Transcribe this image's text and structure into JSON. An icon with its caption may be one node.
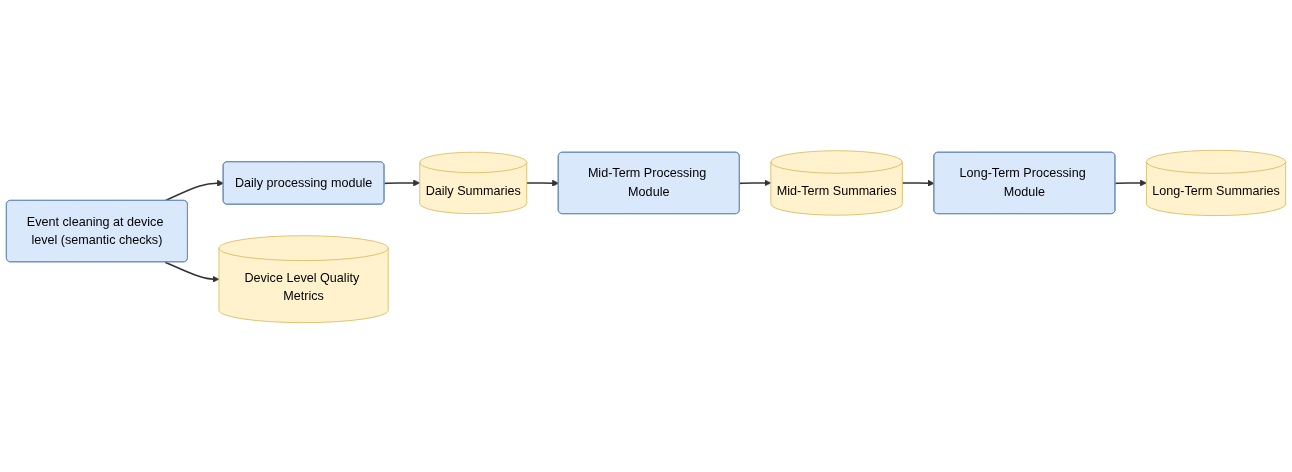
{
  "diagram": {
    "nodes": [
      {
        "text": [
          "Event cleaning at device level (semantic checks)"
        ]
      },
      {
        "text": [
          "Daily processing module"
        ]
      },
      {
        "text": [
          "Mid-Term Processing Module"
        ]
      },
      {
        "text": [
          "Long-Term Processing Module"
        ]
      },
      {
        "text": [
          "Device Level Quality Metrics"
        ]
      },
      {
        "text": [
          "Daily Summaries"
        ]
      },
      {
        "text": [
          "Mid-Term Summaries"
        ]
      },
      {
        "text": [
          "Long-Term Summaries"
        ]
      }
    ],
    "edges": [
      {
        "from": 0,
        "to": 1,
        "arrow": "to"
      },
      {
        "from": 0,
        "to": 4,
        "arrow": "to"
      },
      {
        "from": 1,
        "to": 5,
        "arrow": "to"
      },
      {
        "from": 5,
        "to": 2,
        "arrow": "to"
      },
      {
        "from": 2,
        "to": 6,
        "arrow": "to"
      },
      {
        "from": 6,
        "to": 3,
        "arrow": "to"
      },
      {
        "from": 3,
        "to": 7,
        "arrow": "to"
      }
    ]
  }
}
